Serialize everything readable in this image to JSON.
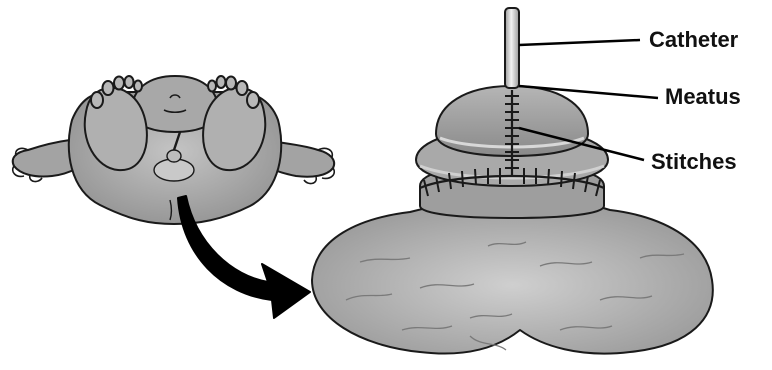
{
  "labels": {
    "catheter": "Catheter",
    "meatus": "Meatus",
    "stitches": "Stitches"
  },
  "colors": {
    "skin": "#a9a9a9",
    "skin_dark": "#8c8c8c",
    "outline": "#1a1a1a",
    "arrow": "#000000",
    "catheter": "#d6d6d6"
  },
  "icons": {
    "arrow": "curved-arrow-icon"
  }
}
